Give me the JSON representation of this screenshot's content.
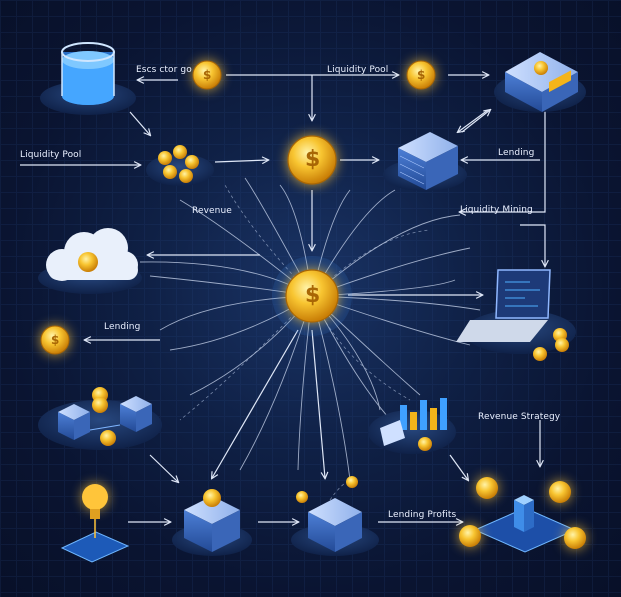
{
  "labels": {
    "exchange": "Escs ctor go",
    "liquidity_pool_top": "Liquidity Pool",
    "liquidity_pool_left": "Liquidity Pool",
    "lending_right": "Lending",
    "revenue": "Revenue",
    "liquidity_mining": "Liquidity Mining",
    "lending_left": "Lending",
    "revenue_strategy": "Revenue Strategy",
    "lending_profits": "Lending Profits"
  },
  "coin_symbol": "$",
  "colors": {
    "background": "#0b1530",
    "line": "#d8e2f5",
    "coin": "#f4b41a",
    "node_base": "#1b3465",
    "accent_blue": "#3fa0ff"
  }
}
